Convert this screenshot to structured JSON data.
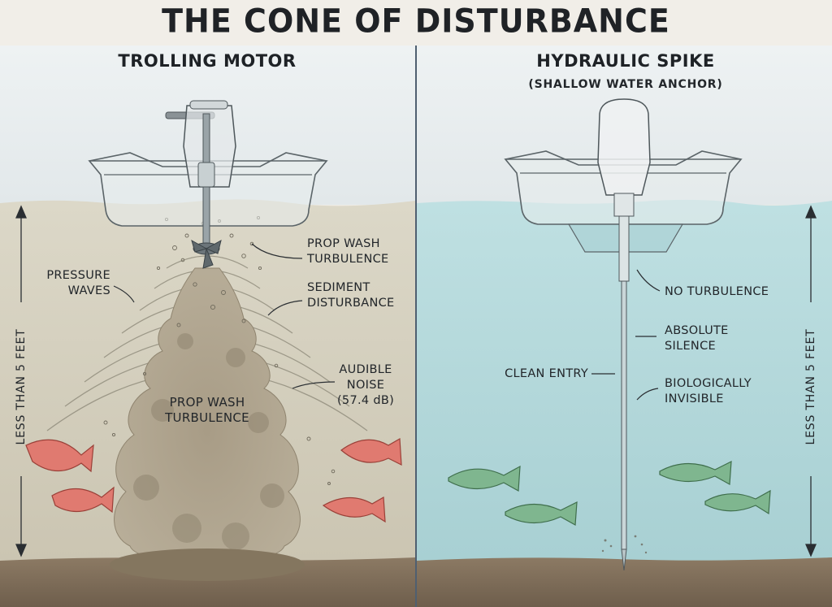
{
  "title": "THE CONE OF DISTURBANCE",
  "left_panel": {
    "heading": "TROLLING MOTOR",
    "depth_label": "LESS THAN 5 FEET",
    "callouts": {
      "prop_wash": "PROP WASH\nTURBULENCE",
      "pressure_waves": "PRESSURE\nWAVES",
      "sediment": "SEDIMENT\nDISTURBANCE",
      "audible_noise": "AUDIBLE\nNOISE\n(57.4 dB)",
      "prop_wash_cloud": "PROP WASH\nTURBULENCE"
    }
  },
  "right_panel": {
    "heading": "HYDRAULIC SPIKE",
    "subheading": "(SHALLOW WATER ANCHOR)",
    "depth_label": "LESS THAN 5 FEET",
    "callouts": {
      "no_turbulence": "NO TURBULENCE",
      "absolute_silence": "ABSOLUTE\nSILENCE",
      "clean_entry": "CLEAN ENTRY",
      "biologically_invisible": "BIOLOGICALLY\nINVISIBLE"
    }
  },
  "colors": {
    "left_water": "#d6d2c2",
    "right_water": "#b6d9db",
    "sky": "#e7eef0",
    "bottom": "#7e6c58",
    "stressed_fish": "#e0776e",
    "calm_fish": "#7cb38c",
    "sediment": "#a59a84"
  }
}
